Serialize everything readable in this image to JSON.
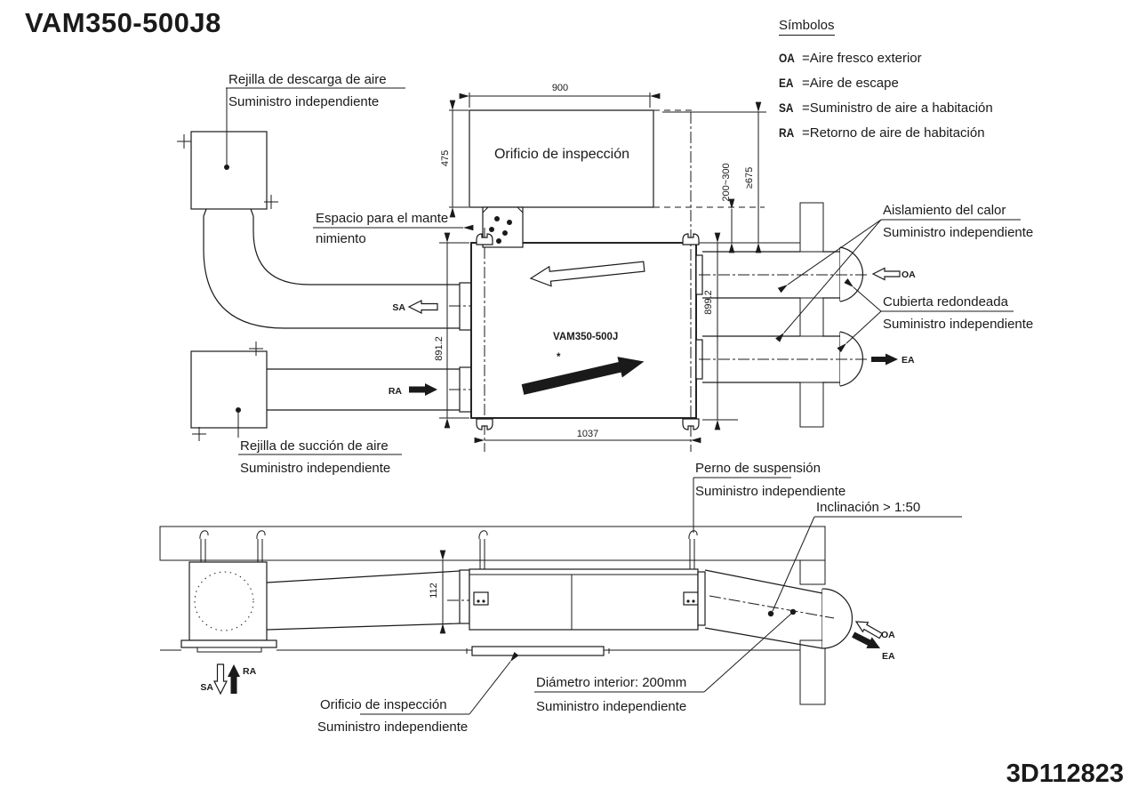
{
  "title": "VAM350-500J8",
  "doc_number": "3D112823",
  "legend": {
    "heading": "Símbolos",
    "items": [
      {
        "sym": "OA",
        "def": "=Aire fresco exterior"
      },
      {
        "sym": "EA",
        "def": "=Aire de escape"
      },
      {
        "sym": "SA",
        "def": "=Suministro de aire a habitación"
      },
      {
        "sym": "RA",
        "def": "=Retorno de aire de habitación"
      }
    ]
  },
  "plan": {
    "model": "VAM350-500J",
    "asterisk": "*",
    "inspection_opening": "Orificio de inspección",
    "discharge_grille_1": "Rejilla de descarga de aire",
    "discharge_grille_2": "Suministro independiente",
    "maintenance_1": "Espacio para el mante",
    "maintenance_2": "nimiento",
    "suction_grille_1": "Rejilla de succión de aire",
    "suction_grille_2": "Suministro independiente",
    "insulation_1": "Aislamiento del calor",
    "insulation_2": "Suministro independiente",
    "round_cover_1": "Cubierta redondeada",
    "round_cover_2": "Suministro independiente",
    "dims": {
      "width_top": "900",
      "height_left": "475",
      "gap": "200~300",
      "clearance": "≥675",
      "pitch_left": "891.2",
      "pitch_right": "899.2",
      "length_bottom": "1037"
    },
    "flow": {
      "sa": "SA",
      "ra": "RA",
      "oa": "OA",
      "ea": "EA"
    }
  },
  "section": {
    "hanger_1": "Perno de suspensión",
    "hanger_2": "Suministro independiente",
    "slope": "Inclinación > 1:50",
    "dim_depth": "112",
    "diameter_1": "Diámetro interior: 200mm",
    "diameter_2": "Suministro independiente",
    "inspection_1": "Orificio de inspección",
    "inspection_2": "Suministro independiente",
    "flow": {
      "sa": "SA",
      "ra": "RA",
      "oa": "OA",
      "ea": "EA"
    }
  },
  "colors": {
    "line": "#1a1a1a",
    "background": "#ffffff"
  }
}
